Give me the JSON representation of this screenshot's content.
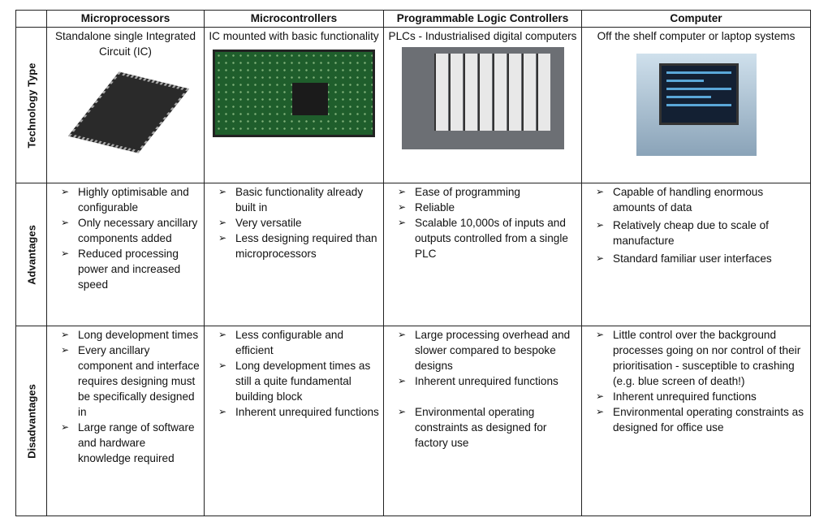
{
  "headers": [
    "Microprocessors",
    "Microcontrollers",
    "Programmable Logic Controllers",
    "Computer"
  ],
  "row_labels": [
    "Technology Type",
    "Advantages",
    "Disadvantages"
  ],
  "technology_type": [
    "Standalone single Integrated Circuit (IC)",
    "IC mounted with basic functionality",
    "PLCs - Industrialised digital computers",
    "Off the shelf computer or laptop systems"
  ],
  "advantages": [
    [
      "Highly optimisable and configurable",
      "Only necessary ancillary components added",
      "Reduced processing power and increased speed"
    ],
    [
      "Basic functionality already built in",
      "Very versatile",
      "Less designing required than microprocessors"
    ],
    [
      "Ease of programming",
      "Reliable",
      "Scalable 10,000s of inputs and outputs controlled from a single PLC"
    ],
    [
      "Capable of handling enormous amounts of data",
      "Relatively cheap due to scale of manufacture",
      "Standard familiar user interfaces"
    ]
  ],
  "disadvantages": [
    [
      "Long development times",
      "Every ancillary component and interface requires designing must be specifically designed in",
      "Large range of software and hardware knowledge required"
    ],
    [
      "Less configurable and efficient",
      "Long development times as still a quite fundamental building block",
      "Inherent unrequired functions"
    ],
    [
      "Large processing overhead and slower compared to bespoke designs",
      "Inherent unrequired functions",
      "Environmental operating constraints as designed for factory use"
    ],
    [
      "Little control over the background processes going on nor control of their prioritisation - susceptible to crashing (e.g. blue screen of death!)",
      "Inherent unrequired functions",
      "Environmental operating constraints as designed for office use"
    ]
  ]
}
